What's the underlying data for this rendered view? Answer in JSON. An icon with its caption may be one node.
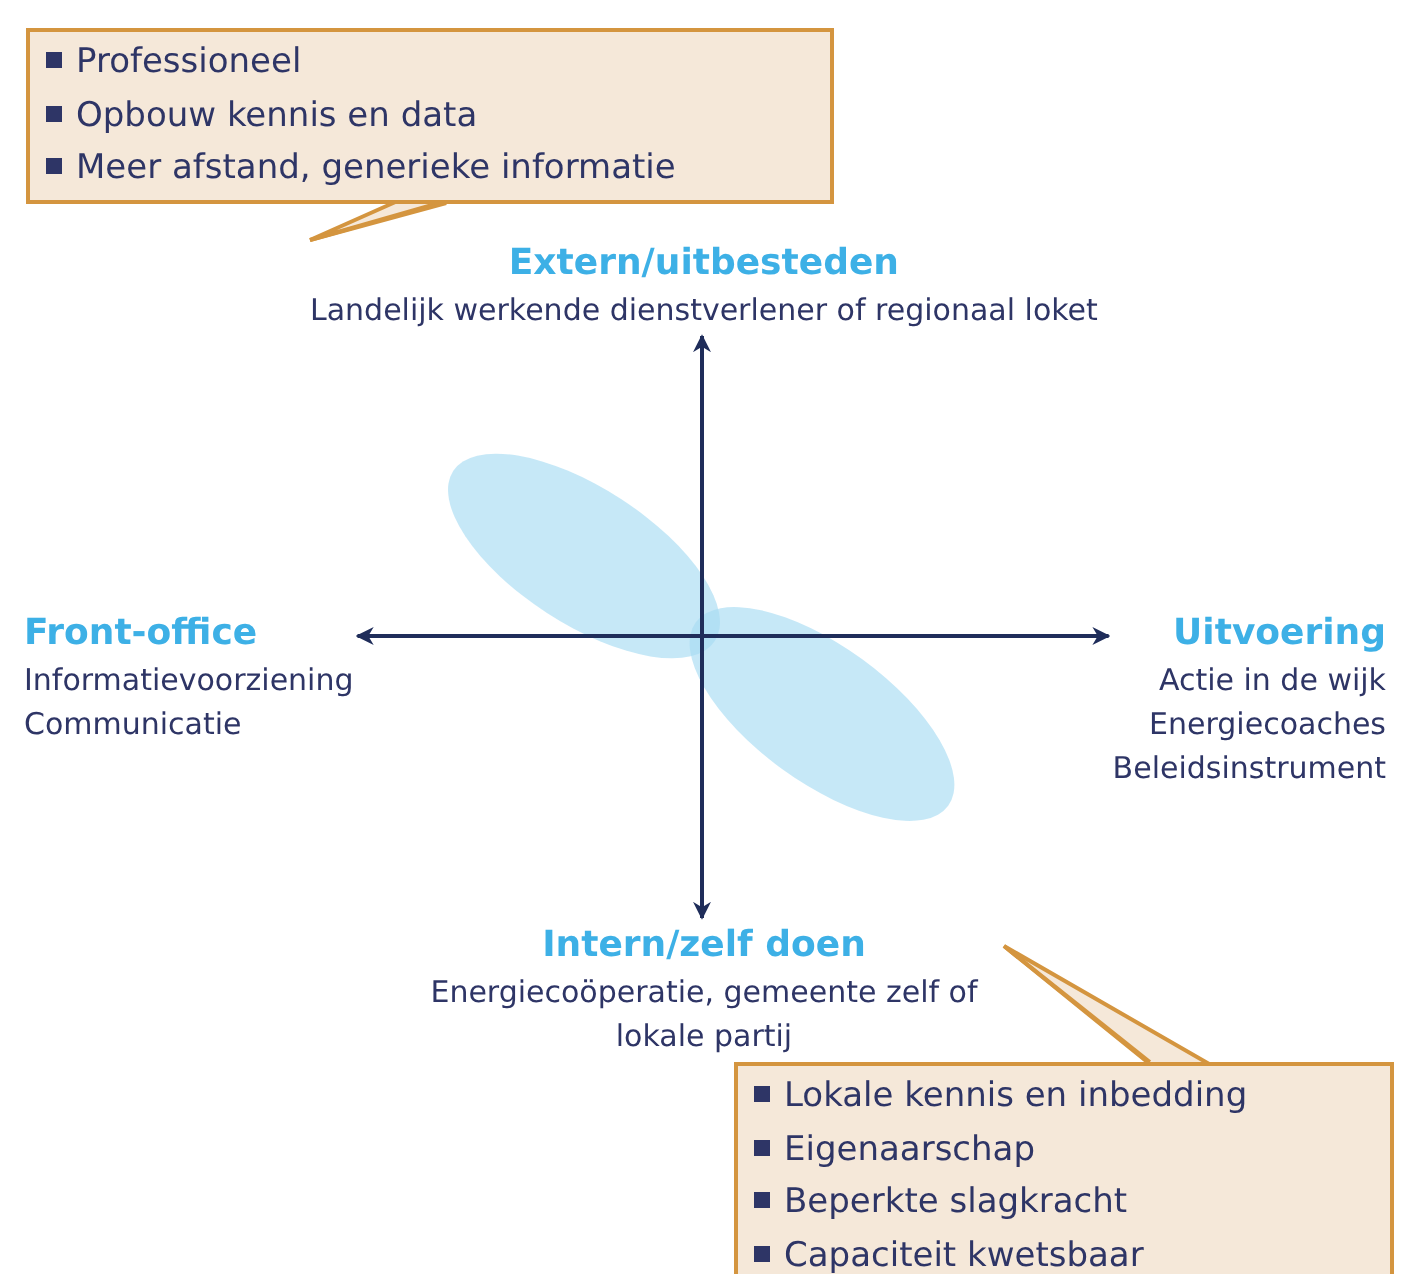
{
  "diagram": {
    "nodes": [
      {
        "text": [
          "Professioneel",
          "Opbouw kennis en data",
          "Meer afstand, generieke informatie"
        ]
      },
      {
        "text": [
          "Extern/uitbesteden",
          "Landelijk werkende dienstverlener of regionaal loket"
        ]
      },
      {
        "text": [
          "Front-office",
          "Informatievoorziening",
          "Communicatie"
        ]
      },
      {
        "text": [
          "Uitvoering",
          "Actie in de wijk",
          "Energiecoaches",
          "Beleidsinstrument"
        ]
      },
      {
        "text": [
          "Intern/zelf doen",
          "Energiecoöperatie, gemeente zelf of lokale partij"
        ]
      },
      {
        "text": [
          "Lokale kennis en inbedding",
          "Eigenaarschap",
          "Beperkte slagkracht",
          "Capaciteit kwetsbaar"
        ]
      }
    ],
    "edges": [
      {
        "from": 0,
        "to": 1,
        "arrow": "none"
      },
      {
        "from": 5,
        "to": 4,
        "arrow": "none"
      },
      {
        "from": 1,
        "to": 4,
        "arrow": "both",
        "color": "#1f2d5a"
      },
      {
        "from": 2,
        "to": 3,
        "arrow": "both",
        "color": "#1f2d5a"
      }
    ]
  }
}
